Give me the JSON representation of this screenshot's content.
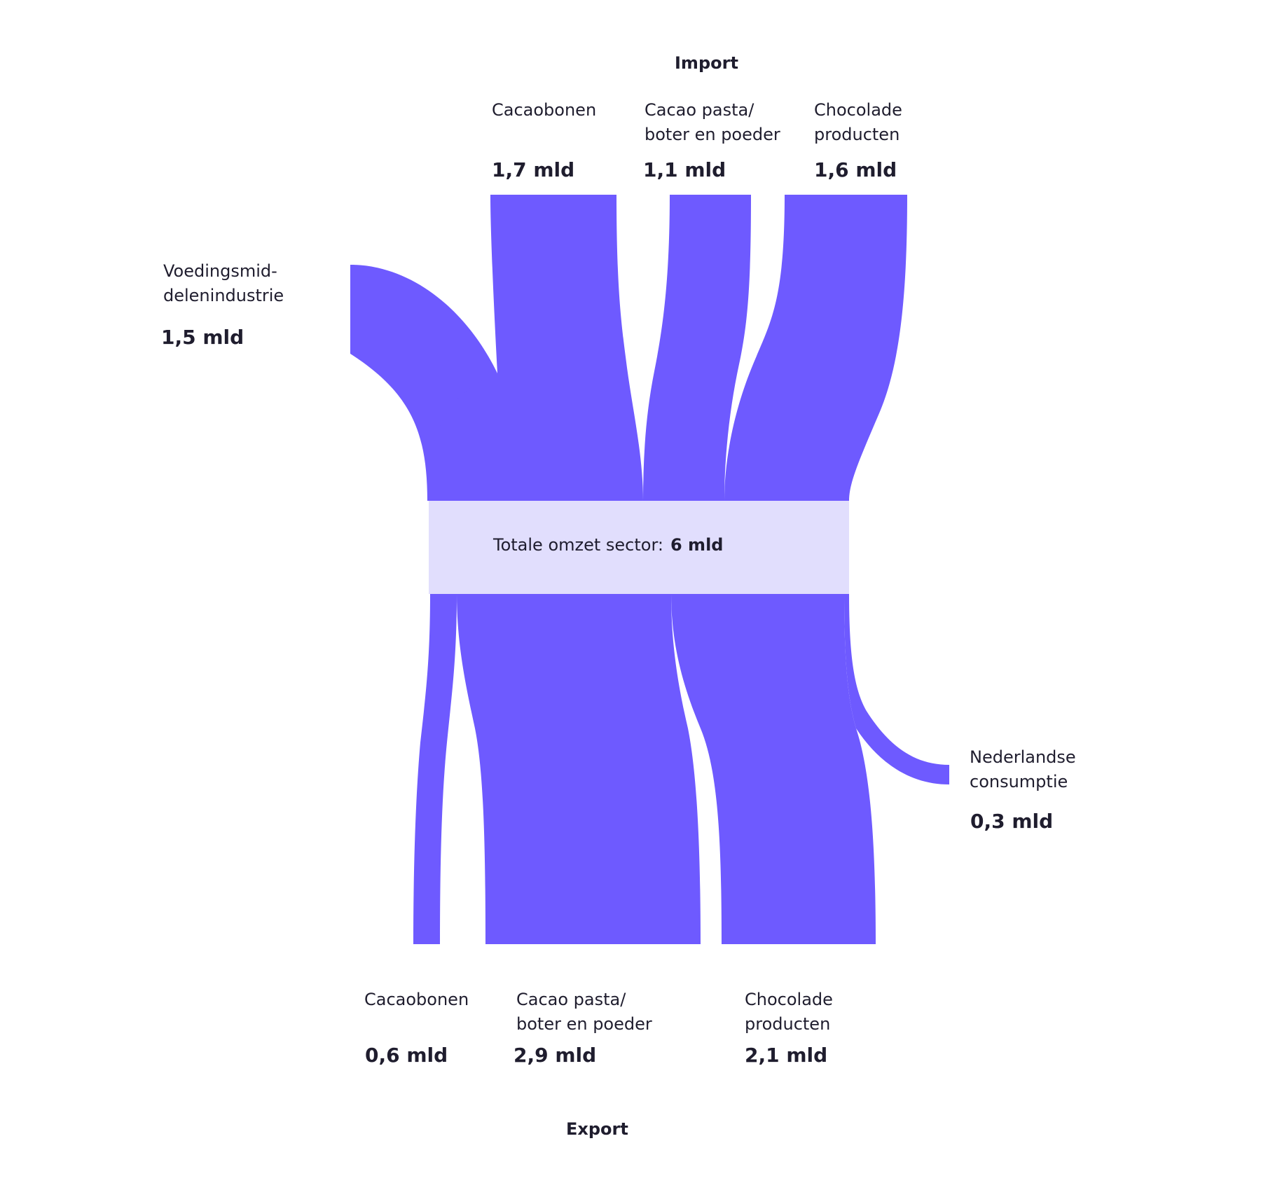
{
  "headings": {
    "import": "Import",
    "export": "Export"
  },
  "imports": [
    {
      "label": "Cacaobonen",
      "value": "1,7 mld"
    },
    {
      "label": "Cacao pasta/\nboter en poeder",
      "value": "1,1 mld"
    },
    {
      "label": "Chocolade\nproducten",
      "value": "1,6 mld"
    }
  ],
  "domestic_supply": {
    "label": "Voedingsmid-\ndelenindustrie",
    "value": "1,5 mld"
  },
  "center": {
    "label": "Totale omzet sector:",
    "value": "6 mld"
  },
  "exports": [
    {
      "label": "Cacaobonen",
      "value": "0,6 mld"
    },
    {
      "label": "Cacao pasta/\nboter en poeder",
      "value": "2,9 mld"
    },
    {
      "label": "Chocolade\nproducten",
      "value": "2,1 mld"
    }
  ],
  "domestic_use": {
    "label": "Nederlandse\nconsumptie",
    "value": "0,3 mld"
  },
  "colors": {
    "flow": "#6e5aff",
    "band": "#e1defd",
    "text": "#1f1d2e"
  }
}
